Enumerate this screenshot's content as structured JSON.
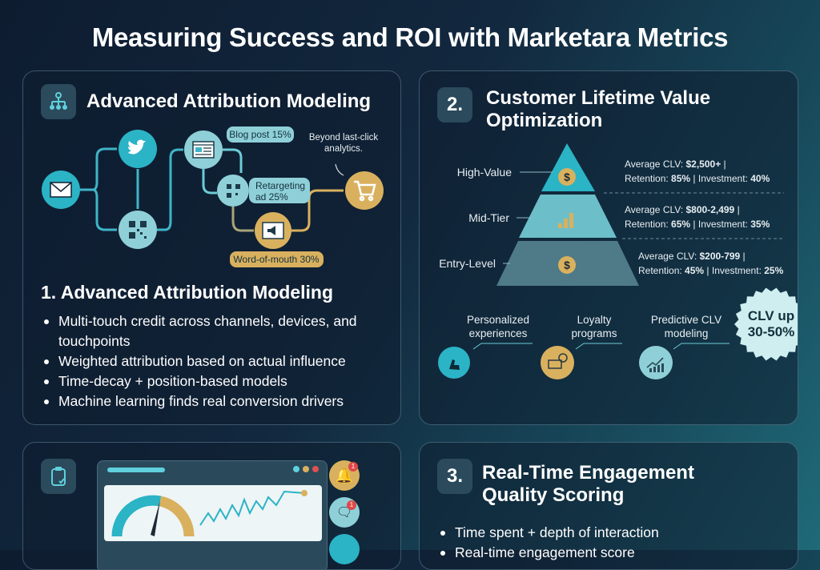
{
  "title": "Measuring Success and ROI with Marketara Metrics",
  "colors": {
    "teal": "#2bb3c6",
    "light_teal": "#8fd0d8",
    "gold": "#d9b15e",
    "navy": "#0e1c30"
  },
  "attribution": {
    "header": "Advanced Attribution Modeling",
    "header_icon": "hierarchy-icon",
    "labels": {
      "blog": "Blog post 15%",
      "retarget_1": "Retargeting",
      "retarget_2": "ad 25%",
      "wom": "Word-of-mouth 30%",
      "beyond_1": "Beyond last-click",
      "beyond_2": "analytics."
    },
    "section_title": "1. Advanced Attribution Modeling",
    "bullets": [
      "Multi-touch credit across channels, devices, and touchpoints",
      "Weighted attribution based on actual influence",
      "Time-decay + position-based models",
      "Machine learning finds real conversion drivers"
    ]
  },
  "clv": {
    "number": "2.",
    "title_1": "Customer Lifetime Value",
    "title_2": "Optimization",
    "tiers": [
      {
        "label": "High-Value",
        "clv": "$2,500+",
        "retention": "85%",
        "investment": "40%"
      },
      {
        "label": "Mid-Tier",
        "clv": "$800-2,499",
        "retention": "65%",
        "investment": "35%"
      },
      {
        "label": "Entry-Level",
        "clv": "$200-799",
        "retention": "45%",
        "investment": "25%"
      }
    ],
    "clv_prefix": "Average CLV: ",
    "retention_prefix": "Retention: ",
    "investment_prefix": "Investment: ",
    "strategies": [
      {
        "l1": "Personalized",
        "l2": "experiences",
        "icon": "touch-icon"
      },
      {
        "l1": "Loyalty",
        "l2": "programs",
        "icon": "card-check-icon"
      },
      {
        "l1": "Predictive CLV",
        "l2": "modeling",
        "icon": "growth-chart-icon"
      }
    ],
    "badge_1": "CLV up",
    "badge_2": "30-50%"
  },
  "dashboard": {
    "header_icon": "clipboard-check-icon",
    "notification_count": "1",
    "message_count": "1"
  },
  "engagement": {
    "number": "3.",
    "title_1": "Real-Time Engagement",
    "title_2": "Quality Scoring",
    "bullets": [
      "Time spent + depth of interaction",
      "Real-time engagement score"
    ]
  }
}
